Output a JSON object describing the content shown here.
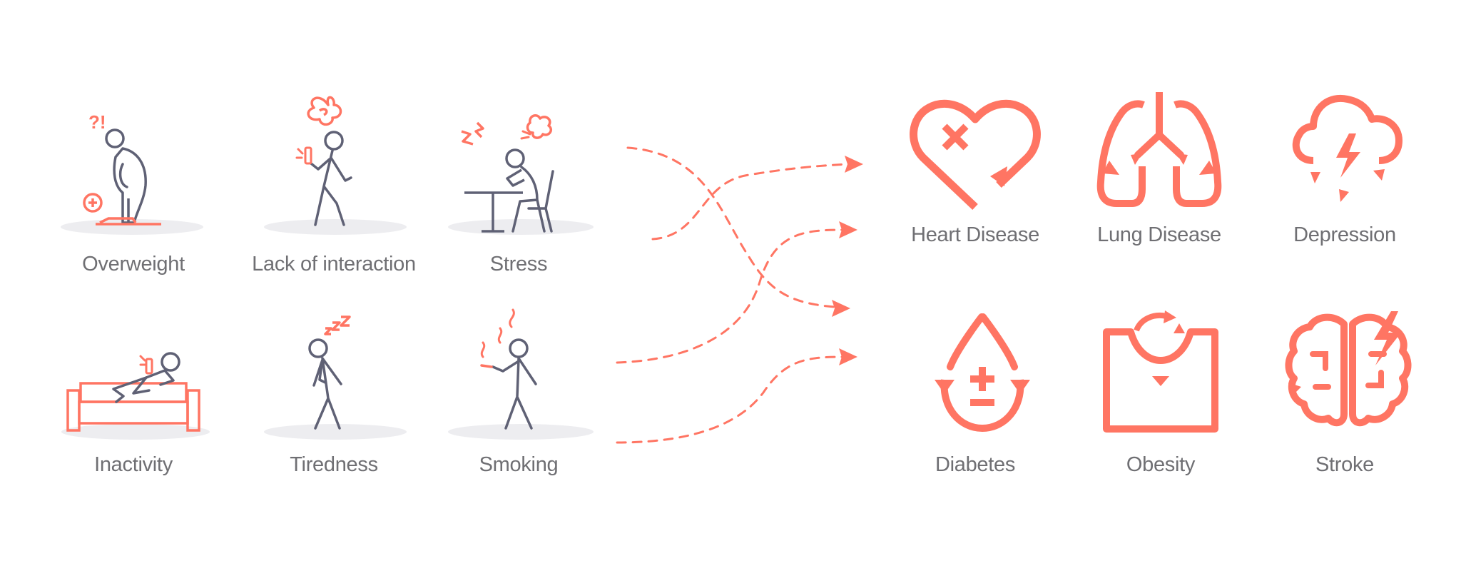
{
  "causes": {
    "overweight": "Overweight",
    "lack_of_interaction": "Lack of interaction",
    "stress": "Stress",
    "inactivity": "Inactivity",
    "tiredness": "Tiredness",
    "smoking": "Smoking"
  },
  "conditions": {
    "heart_disease": "Heart Disease",
    "lung_disease": "Lung Disease",
    "depression": "Depression",
    "diabetes": "Diabetes",
    "obesity": "Obesity",
    "stroke": "Stroke"
  },
  "icons": {
    "overweight": "overweight-person-on-scale-icon",
    "lack_of_interaction": "person-with-phone-icon",
    "stress": "stressed-person-at-desk-icon",
    "inactivity": "person-on-couch-icon",
    "tiredness": "sleepy-person-icon",
    "smoking": "person-smoking-icon",
    "heart_disease": "broken-heart-icon",
    "lung_disease": "lungs-icon",
    "depression": "storm-cloud-icon",
    "diabetes": "blood-drop-icon",
    "obesity": "body-outline-icon",
    "stroke": "brain-lightning-icon"
  },
  "colors": {
    "accent": "#FF7563",
    "figure": "#5F6175",
    "shadow": "#EDEDF0",
    "label": "#6F6F73"
  }
}
